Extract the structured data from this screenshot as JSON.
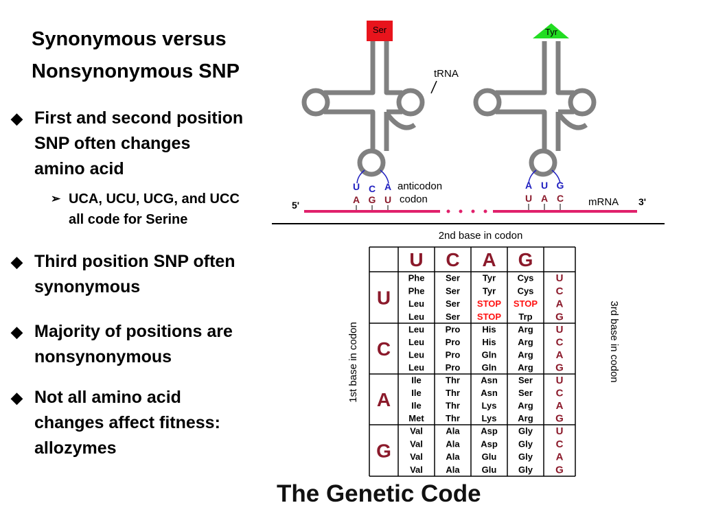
{
  "slide": {
    "title_line1": "Synonymous versus",
    "title_line2": "Nonsynonymous SNP",
    "bullets": [
      {
        "line1": "First and second position",
        "line2": "SNP often changes",
        "line3": "amino acid"
      },
      {
        "sub_line1": "UCA, UCU, UCG, and UCC",
        "sub_line2": "all code for Serine"
      },
      {
        "line1": "Third position SNP often",
        "line2": "synonymous"
      },
      {
        "line1": "Majority of positions are",
        "line2": "nonsynonymous"
      },
      {
        "line1": "Not all amino acid",
        "line2": "changes affect fitness:",
        "line3": "allozymes"
      }
    ],
    "bullet_glyph": "◆",
    "sub_bullet_glyph": "➢"
  },
  "trna": {
    "left_aa": "Ser",
    "right_aa": "Tyr",
    "trna_label": "tRNA",
    "left_anticodon": [
      "U",
      "C",
      "A"
    ],
    "right_anticodon": [
      "A",
      "U",
      "G"
    ],
    "left_codon": [
      "A",
      "G",
      "U"
    ],
    "right_codon": [
      "U",
      "A",
      "C"
    ],
    "anticodon_label": "anticodon",
    "codon_label": "codon",
    "mrna_label": "mRNA",
    "five_prime": "5'",
    "three_prime": "3'",
    "ser_color": "#e8141c",
    "tyr_color": "#22dd22",
    "mrna_color": "#e0206b"
  },
  "code_table": {
    "second_base_label": "2nd base in codon",
    "first_base_label": "1st base in codon",
    "third_base_label": "3rd base in codon",
    "bases": [
      "U",
      "C",
      "A",
      "G"
    ],
    "third_bases": [
      "U",
      "C",
      "A",
      "G"
    ],
    "cells": [
      [
        [
          "Phe",
          "Phe",
          "Leu",
          "Leu"
        ],
        [
          "Ser",
          "Ser",
          "Ser",
          "Ser"
        ],
        [
          "Tyr",
          "Tyr",
          "STOP",
          "STOP"
        ],
        [
          "Cys",
          "Cys",
          "STOP",
          "Trp"
        ]
      ],
      [
        [
          "Leu",
          "Leu",
          "Leu",
          "Leu"
        ],
        [
          "Pro",
          "Pro",
          "Pro",
          "Pro"
        ],
        [
          "His",
          "His",
          "Gln",
          "Gln"
        ],
        [
          "Arg",
          "Arg",
          "Arg",
          "Arg"
        ]
      ],
      [
        [
          "Ile",
          "Ile",
          "Ile",
          "Met"
        ],
        [
          "Thr",
          "Thr",
          "Thr",
          "Thr"
        ],
        [
          "Asn",
          "Asn",
          "Lys",
          "Lys"
        ],
        [
          "Ser",
          "Ser",
          "Arg",
          "Arg"
        ]
      ],
      [
        [
          "Val",
          "Val",
          "Val",
          "Val"
        ],
        [
          "Ala",
          "Ala",
          "Ala",
          "Ala"
        ],
        [
          "Asp",
          "Asp",
          "Glu",
          "Glu"
        ],
        [
          "Gly",
          "Gly",
          "Gly",
          "Gly"
        ]
      ]
    ],
    "base_color": "#8b1a2b",
    "stop_color": "#ff1010",
    "caption": "The Genetic Code"
  }
}
